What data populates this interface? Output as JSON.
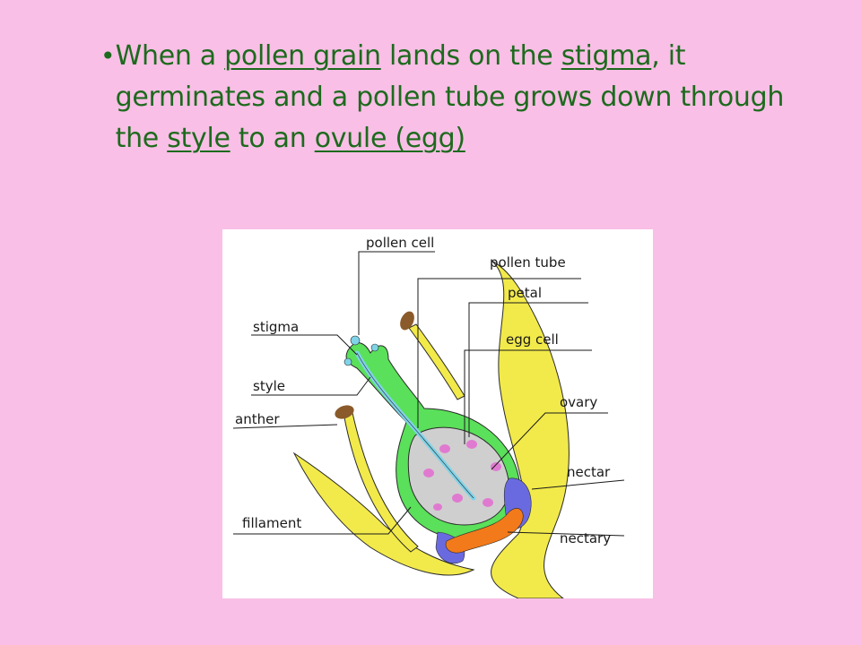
{
  "slide": {
    "bullet_symbol": "•",
    "text_parts": [
      {
        "t": "When a ",
        "u": false
      },
      {
        "t": "pollen grain",
        "u": true
      },
      {
        "t": " lands on the ",
        "u": false
      },
      {
        "t": "stigma",
        "u": true
      },
      {
        "t": ", it germinates and a pollen tube grows down through the ",
        "u": false
      },
      {
        "t": "style",
        "u": true
      },
      {
        "t": " to an ",
        "u": false
      },
      {
        "t": "ovule (egg)",
        "u": true
      }
    ]
  },
  "diagram": {
    "labels": {
      "pollen_cell": "pollen cell",
      "pollen_tube": "pollen tube",
      "petal": "petal",
      "egg_cell": "egg cell",
      "stigma": "stigma",
      "style": "style",
      "anther": "anther",
      "ovary": "ovary",
      "nectar": "nectar",
      "fillament": "fillament",
      "nectary": "nectary"
    },
    "colors": {
      "background": "#f9bfe6",
      "text": "#1d6a1d",
      "petal": "#f2ea4a",
      "pistil": "#5ae05a",
      "ovary_inner": "#cfcfcf",
      "ovule": "#e07ad0",
      "pollen_tube": "#7fd3e8",
      "nectar": "#6a6ae0",
      "nectary": "#f27a1a",
      "anther": "#8a5a2a"
    }
  }
}
